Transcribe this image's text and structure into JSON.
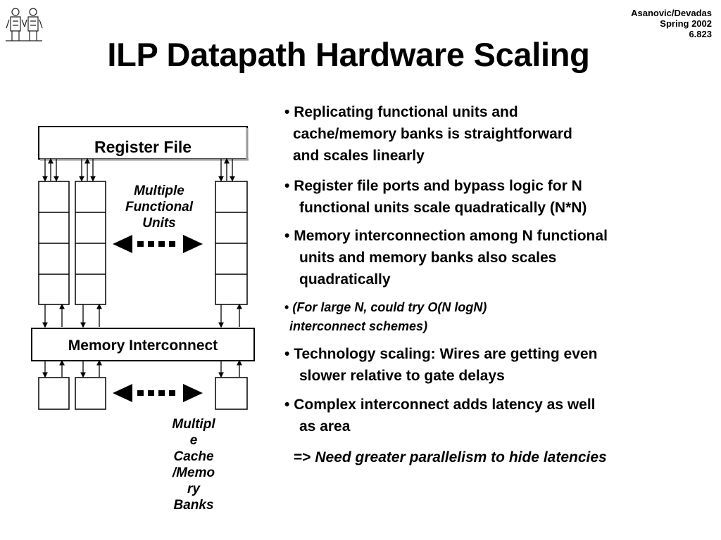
{
  "header": {
    "course_lines": [
      "Asanovic/Devadas",
      "Spring 2002",
      "6.823"
    ],
    "title": "ILP Datapath Hardware Scaling"
  },
  "diagram": {
    "register_file_label": "Register File",
    "functional_units_label": "Multiple\nFunctional\nUnits",
    "memory_interconnect_label": "Memory Interconnect",
    "cache_banks_label": "Multipl\ne\nCache\n/Memo\nry\nBanks"
  },
  "bullets": [
    {
      "marker": "•",
      "lines": [
        "Replicating functional units and",
        "cache/memory banks is straightforward",
        "and scales linearly"
      ]
    },
    {
      "marker": "•",
      "lines": [
        "Register file ports and bypass logic for N",
        "functional units scale quadratically (N*N)"
      ]
    },
    {
      "marker": "•",
      "lines": [
        "Memory interconnection among N functional",
        "units and memory banks also scales",
        "quadratically"
      ]
    },
    {
      "marker": "•",
      "lines": [
        "(For large N, could try O(N logN)",
        "interconnect schemes)"
      ]
    },
    {
      "marker": "•",
      "lines": [
        "Technology scaling: Wires are getting even",
        "slower relative to gate delays"
      ]
    },
    {
      "marker": "•",
      "lines": [
        "Complex interconnect adds latency as well",
        "as area"
      ]
    }
  ],
  "conclusion": {
    "arrow": "=>",
    "text": "Need greater parallelism to hide latencies"
  }
}
